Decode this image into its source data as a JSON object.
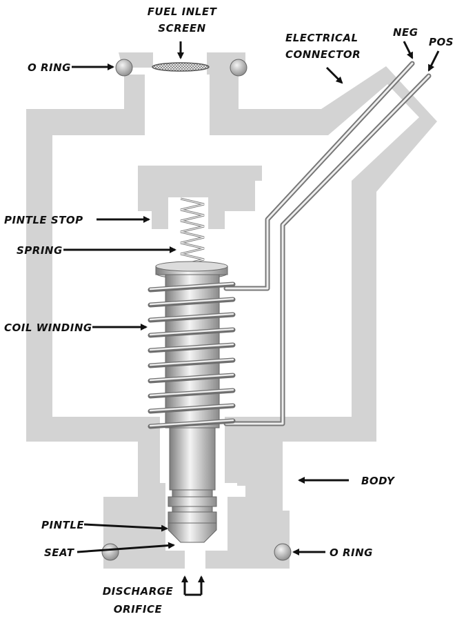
{
  "labels": {
    "fuel_inlet_line1": "FUEL INLET",
    "fuel_inlet_line2": "SCREEN",
    "o_ring_top": "O RING",
    "electrical_line1": "ELECTRICAL",
    "electrical_line2": "CONNECTOR",
    "neg": "NEG",
    "pos": "POS",
    "pintle_stop": "PINTLE STOP",
    "spring": "SPRING",
    "coil_winding": "COIL WINDING",
    "body": "BODY",
    "pintle": "PINTLE",
    "seat": "SEAT",
    "o_ring_bottom": "O RING",
    "discharge_line1": "DISCHARGE",
    "discharge_line2": "ORIFICE"
  },
  "colors": {
    "body_fill": "#d3d3d3",
    "metal_dark": "#7d7d7d",
    "metal_light": "#f2f2f2",
    "arrow": "#111111"
  }
}
